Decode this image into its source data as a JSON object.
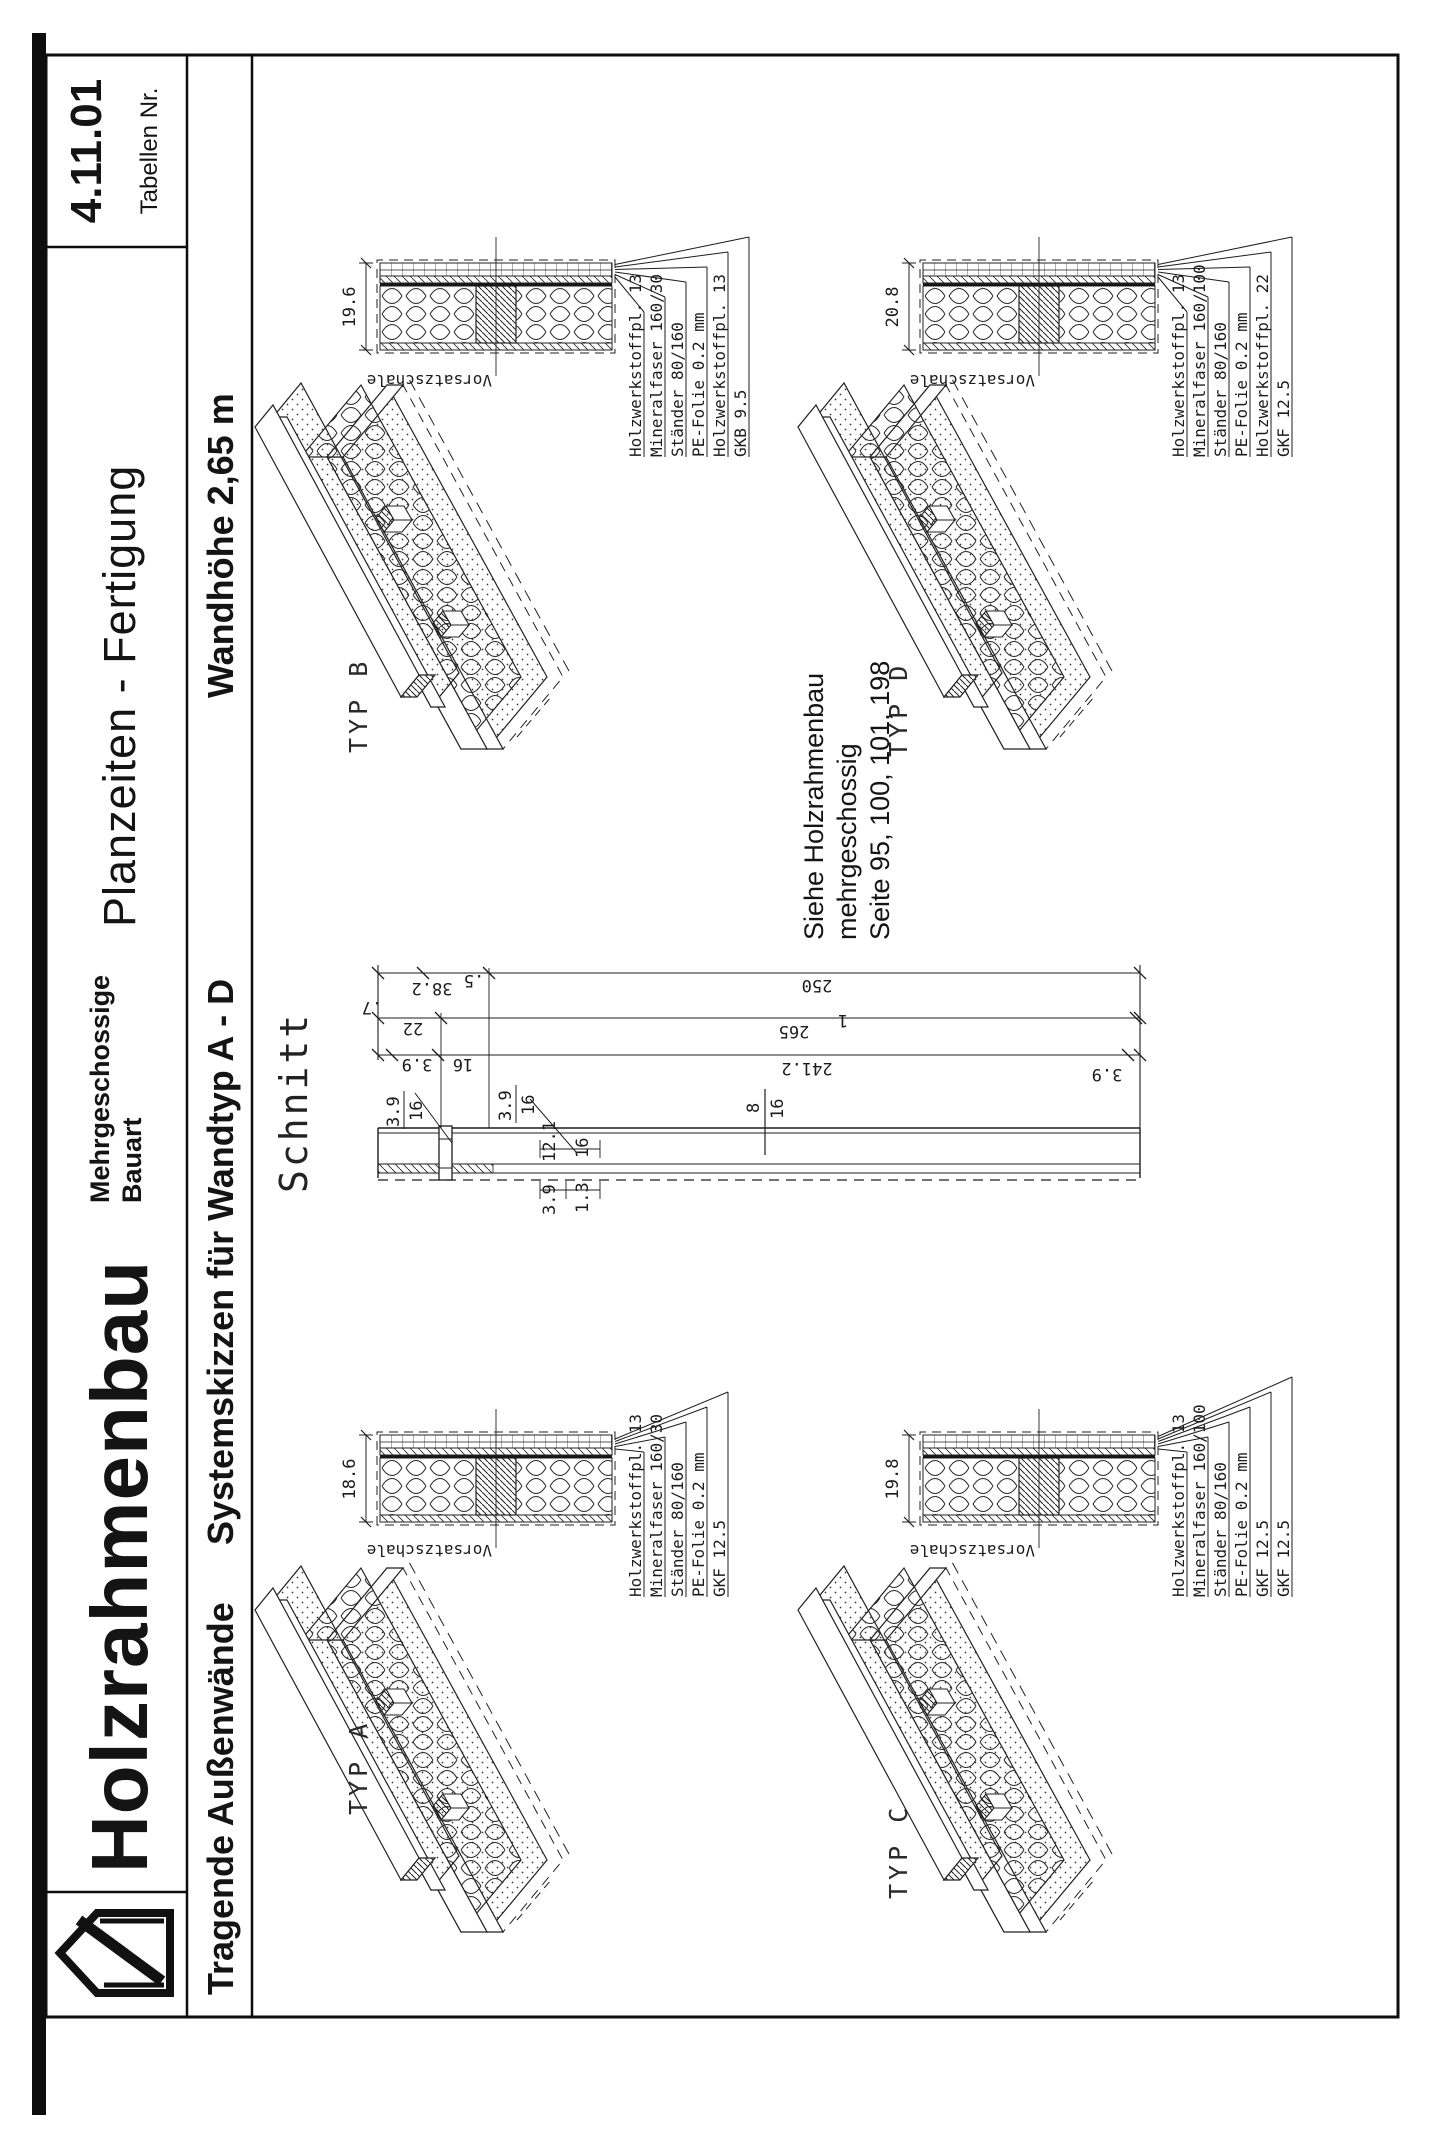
{
  "header": {
    "title": "Holzrahmenbau",
    "subtitle": "Tragende Außenwände",
    "series_line1": "Mehrgeschossige",
    "series_line2": "Bauart",
    "series_sub": "Systemskizzen für Wandtyp A - D",
    "topic": "Planzeiten - Fertigung",
    "topic_sub": "Wandhöhe 2,65 m",
    "number": "4.11.01",
    "number_sub": "Tabellen Nr."
  },
  "note": {
    "line1": "Siehe Holzrahmenbau",
    "line2": "mehrgeschossig",
    "line3": "Seite 95, 100, 101, 198"
  },
  "schnitt": {
    "title": "Schnitt",
    "d_07": ".7",
    "d_382": "38.2",
    "d_05": ".5",
    "d_22": "22",
    "d_39a": "3.9",
    "d_16a": "16",
    "d_2412": "241.2",
    "d_265": "265",
    "d_250": "250",
    "d_39b": "3.9",
    "d_1": "1",
    "pair1_a": "3.9",
    "pair1_b": "16",
    "pair2_a": "3.9",
    "pair2_b": "16",
    "girt_a": "8",
    "girt_b": "16",
    "lay_39": "3.9",
    "lay_13": "1.3",
    "lay_121": "12.1",
    "lay_16": "16"
  },
  "types": [
    {
      "label": "TYP A",
      "thickness": "18.6",
      "shell": "Vorsatzschale",
      "materials": [
        "Holzwerkstoffpl. 13",
        "Mineralfaser 160/30",
        "Ständer 80/160",
        "PE-Folie 0.2 mm",
        "GKF 12.5"
      ]
    },
    {
      "label": "TYP B",
      "thickness": "19.6",
      "shell": "Vorsatzschale",
      "materials": [
        "Holzwerkstoffpl. 13",
        "Mineralfaser 160/30",
        "Ständer 80/160",
        "PE-Folie 0.2 mm",
        "Holzwerkstoffpl. 13",
        "GKB 9.5"
      ]
    },
    {
      "label": "TYP C",
      "thickness": "19.8",
      "shell": "Vorsatzschale",
      "materials": [
        "Holzwerkstoffpl. 13",
        "Mineralfaser 160/100",
        "Ständer 80/160",
        "PE-Folie 0.2 mm",
        "GKF 12.5",
        "GKF 12.5"
      ]
    },
    {
      "label": "TYP D",
      "thickness": "20.8",
      "shell": "Vorsatzschale",
      "materials": [
        "Holzwerkstoffpl. 13",
        "Mineralfaser 160/100",
        "Ständer 80/160",
        "PE-Folie 0.2 mm",
        "Holzwerkstoffpl. 22",
        "GKF 12.5"
      ]
    }
  ]
}
